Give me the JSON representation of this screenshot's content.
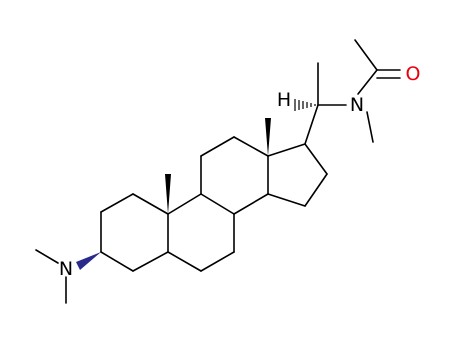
{
  "atoms": {
    "n_acetamide": "N",
    "o_carbonyl": "O",
    "h_c20": "H",
    "n_dimethylamino": "N"
  },
  "colors": {
    "bond": "#000000",
    "nitrogen_label": "#000000",
    "oxygen_label": "#e8000b",
    "wedge_nitrogen": "#2a2a8c"
  }
}
